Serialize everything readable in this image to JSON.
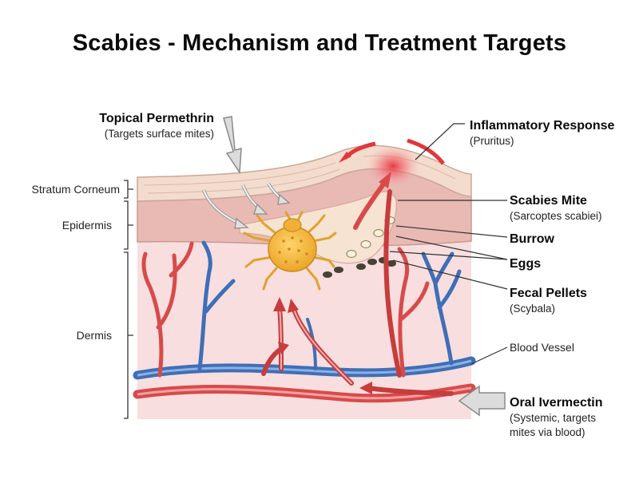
{
  "title": "Scabies - Mechanism and Treatment Targets",
  "layers": {
    "stratum_corneum": "Stratum Corneum",
    "epidermis": "Epidermis",
    "dermis": "Dermis"
  },
  "labels": {
    "topical_title": "Topical Permethrin",
    "topical_sub": "(Targets surface mites)",
    "inflammatory_title": "Inflammatory Response",
    "inflammatory_sub": "(Pruritus)",
    "mite_title": "Scabies Mite",
    "mite_sub": "(Sarcoptes scabiei)",
    "burrow": "Burrow",
    "eggs": "Eggs",
    "fecal_title": "Fecal Pellets",
    "fecal_sub": "(Scybala)",
    "blood_vessel": "Blood Vessel",
    "oral_title": "Oral Ivermectin",
    "oral_sub1": "(Systemic, targets",
    "oral_sub2": "mites via blood)"
  },
  "colors": {
    "stratum": "#f3dccd",
    "epidermis": "#e9b9b3",
    "dermis": "#f8dede",
    "artery": "#d84a4a",
    "vein": "#3e6fb8",
    "mite": "#f4b43a",
    "inflammation": "#e8303a",
    "treatment_arrow": "#cfcfcf"
  }
}
